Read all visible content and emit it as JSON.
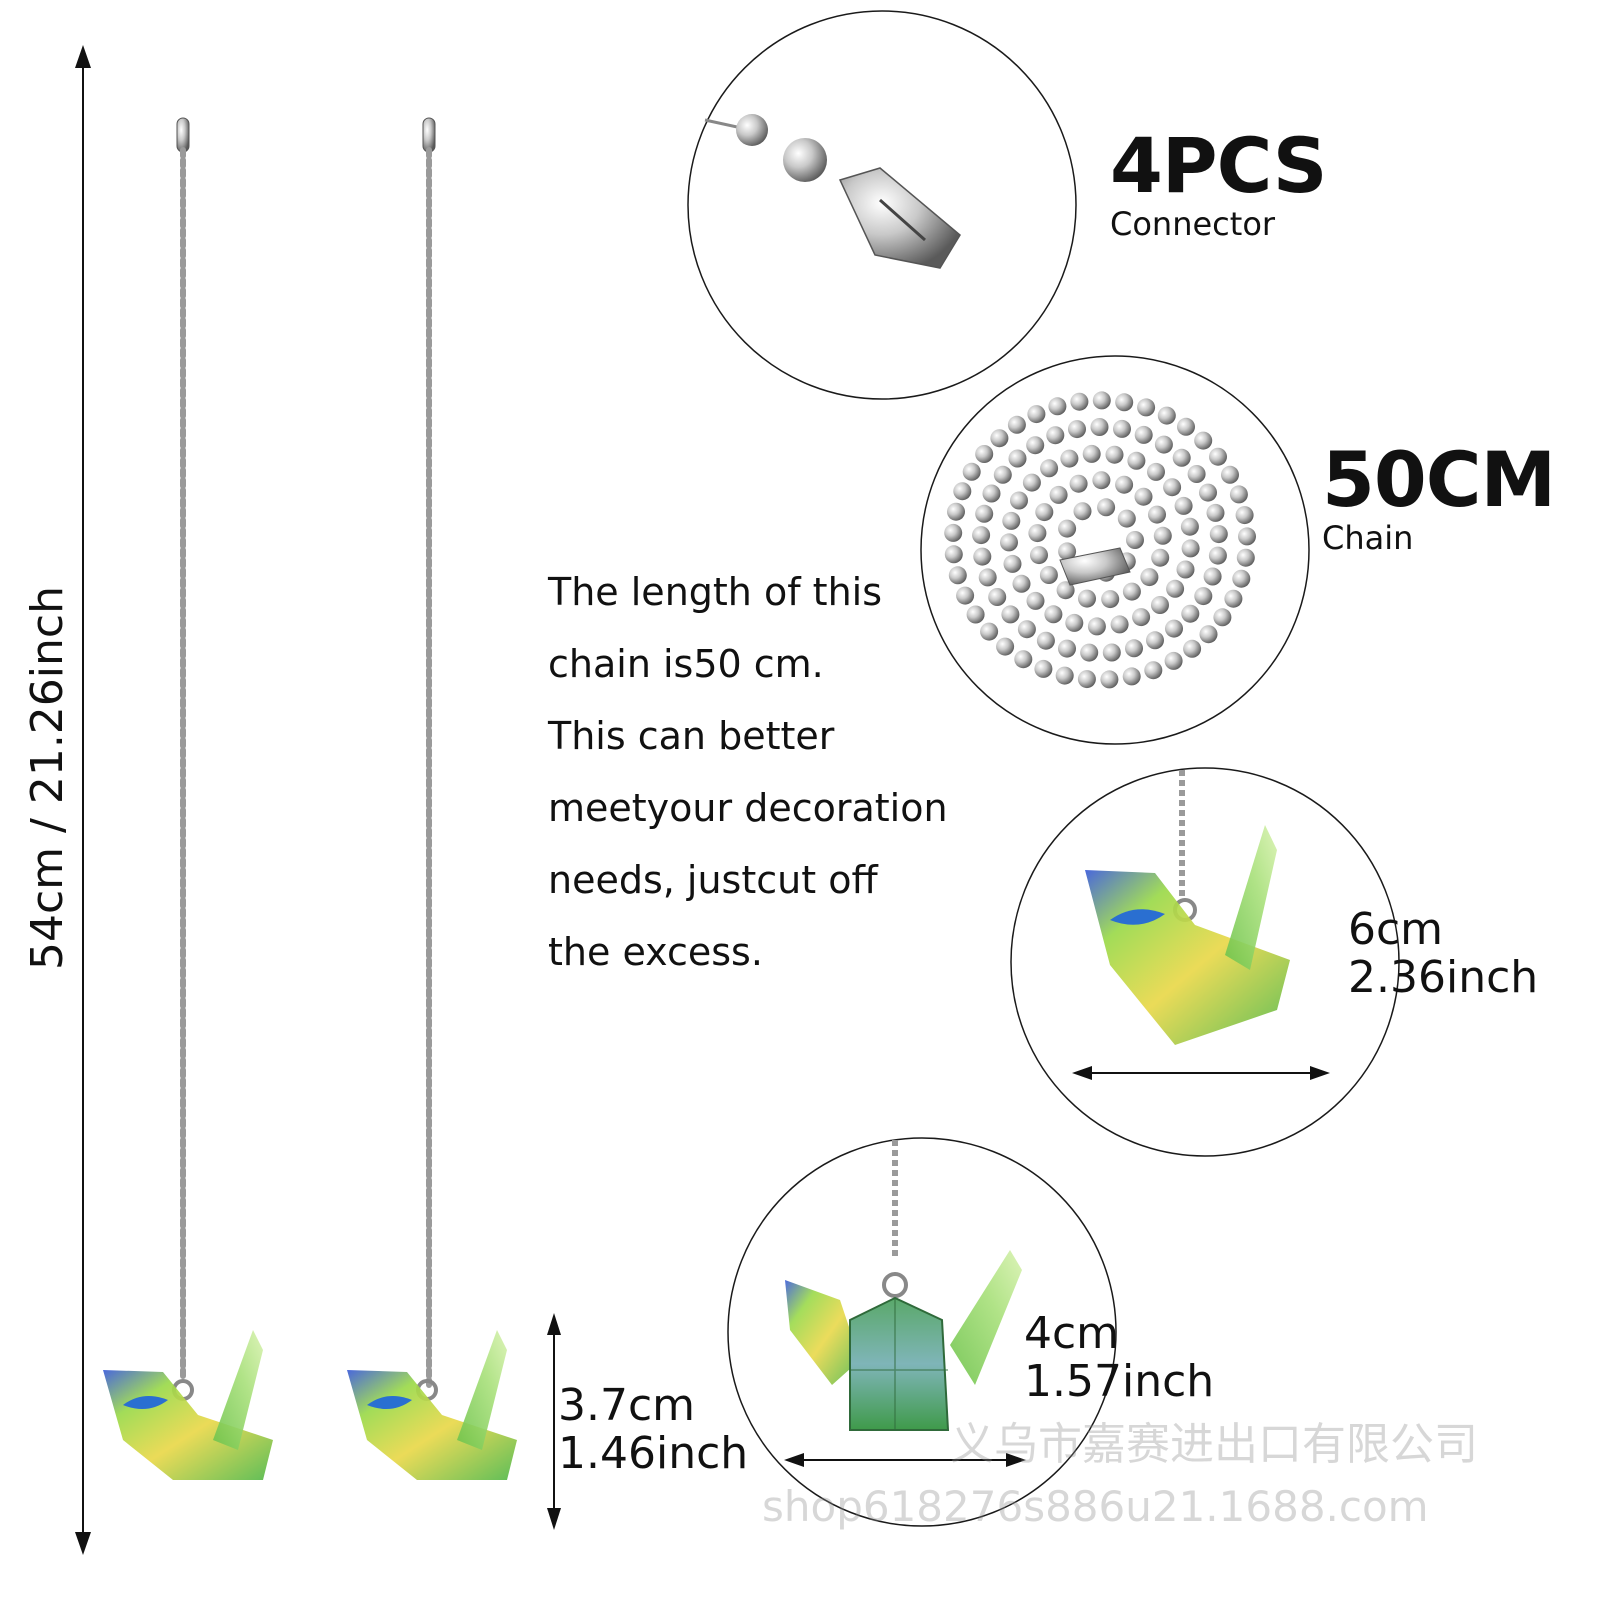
{
  "product": {
    "total_length_label": "54cm / 21.26inch",
    "pendant_height_cm": "3.7cm",
    "pendant_height_inch": "1.46inch"
  },
  "callouts": {
    "connector": {
      "count": "4PCS",
      "label": "Connector"
    },
    "chain": {
      "length": "50CM",
      "label": "Chain"
    },
    "width_view": {
      "cm": "6cm",
      "inch": "2.36inch"
    },
    "front_view": {
      "cm": "4cm",
      "inch": "1.57inch"
    }
  },
  "description": {
    "lines": [
      "The length of this",
      "chain is50 cm.",
      "This can better",
      "meetyour decoration",
      "needs, justcut off",
      "the excess."
    ]
  },
  "watermark": {
    "company": "义乌市嘉赛进出口有限公司",
    "shop": "shop618276s886u21.1688.com"
  },
  "colors": {
    "crystal_green": "#7ccf4a",
    "crystal_blue": "#2a6fd1",
    "chrome": "#c8c8c8"
  }
}
